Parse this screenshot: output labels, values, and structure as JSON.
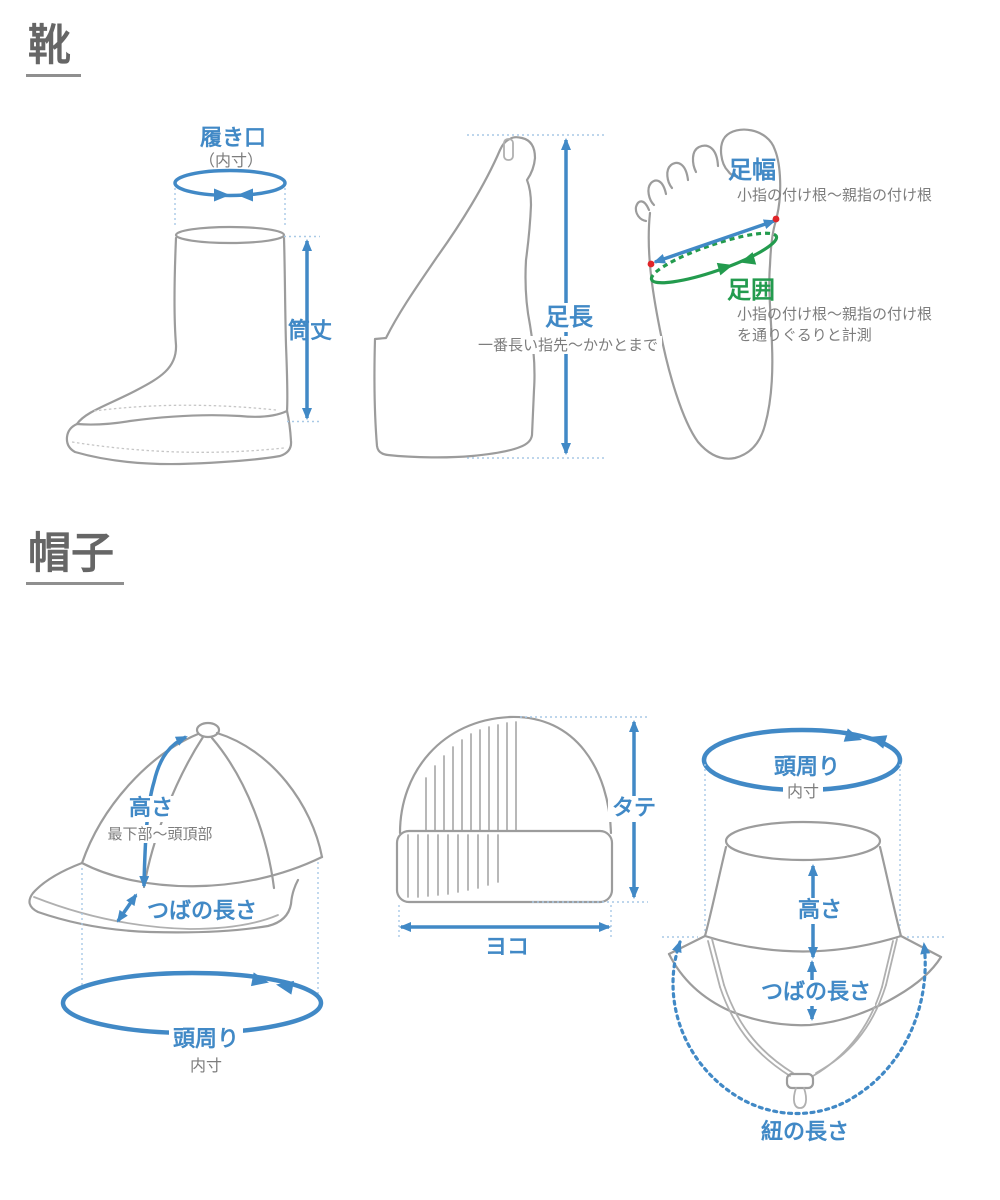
{
  "colors": {
    "blue": "#4189c6",
    "green": "#239b4e",
    "gray_line": "#9c9c9c",
    "text_gray": "#7d7d7d",
    "heading": "#666666",
    "red": "#e02428",
    "guide_blue": "#a9c9e6"
  },
  "shoes": {
    "heading": "靴",
    "boot": {
      "opening_label": "履き口",
      "opening_sub": "（内寸）",
      "shaft_label": "筒丈"
    },
    "foot_length": {
      "label": "足長",
      "desc": "一番長い指先〜かかとまで"
    },
    "foot": {
      "width_label": "足幅",
      "width_desc": "小指の付け根〜親指の付け根",
      "girth_label": "足囲",
      "girth_desc1": "小指の付け根〜親指の付け根",
      "girth_desc2": "を通りぐるりと計測"
    }
  },
  "hats": {
    "heading": "帽子",
    "cap": {
      "height_label": "高さ",
      "height_desc": "最下部〜頭頂部",
      "brim_label": "つばの長さ",
      "circumference_label": "頭周り",
      "circumference_sub": "内寸"
    },
    "beanie": {
      "vertical_label": "タテ",
      "horizontal_label": "ヨコ"
    },
    "bucket": {
      "circumference_label": "頭周り",
      "circumference_sub": "内寸",
      "height_label": "高さ",
      "brim_label": "つばの長さ",
      "strap_label": "紐の長さ"
    }
  }
}
